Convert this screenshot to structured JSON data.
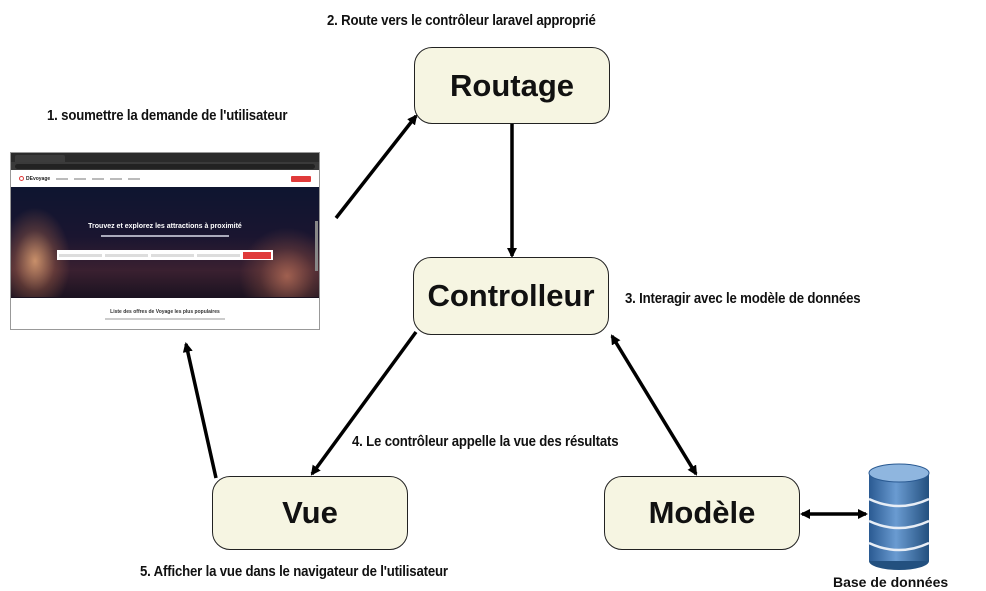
{
  "nodes": {
    "routage": "Routage",
    "controlleur": "Controlleur",
    "vue": "Vue",
    "modele": "Modèle"
  },
  "steps": {
    "s1": "1. soumettre la demande de l'utilisateur",
    "s2": "2. Route vers le contrôleur laravel approprié",
    "s3": "3. Interagir avec le modèle de données",
    "s4": "4. Le contrôleur appelle la vue des résultats",
    "s5": "5. Afficher la vue dans le navigateur de l'utilisateur"
  },
  "database": {
    "label": "Base de données"
  },
  "browser": {
    "logo": "DEvoyage",
    "headline": "Trouvez et explorez les attractions à proximité",
    "list_title": "Liste des offres de Voyage les plus populaires"
  },
  "colors": {
    "node_fill": "#f6f5e2",
    "db_blue": "#3b6ea8",
    "accent_red": "#e03a3a"
  }
}
